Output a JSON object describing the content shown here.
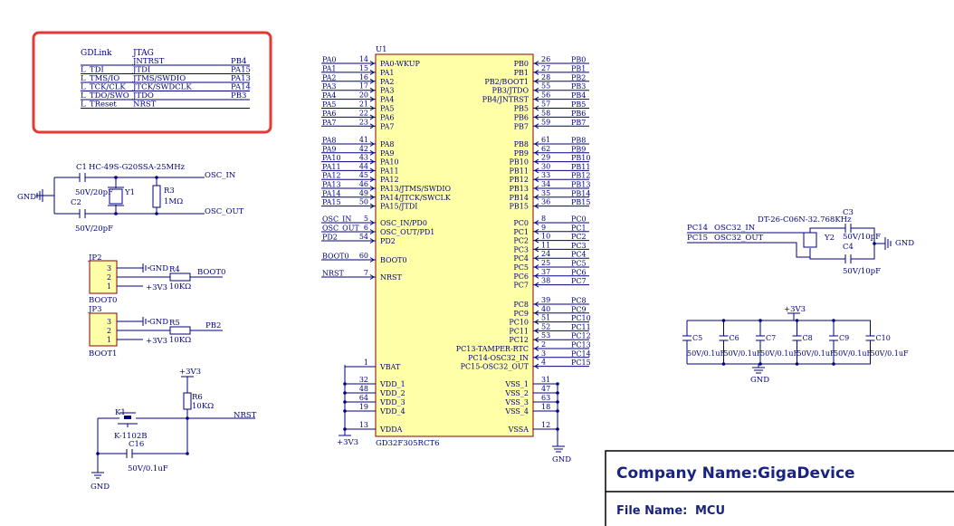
{
  "colors": {
    "wire": "#000080",
    "chip_fill": "#ffffa8",
    "chip_border": "#8b0000",
    "highlight": "#e53935",
    "title_text": "#1a237e"
  },
  "jtag": {
    "title_left": "GDLink",
    "title_right": "JTAG",
    "rows": [
      {
        "left": "",
        "mid": "JNTRST",
        "right": "PB4"
      },
      {
        "left": "L_TDI",
        "mid": "JTDI",
        "right": "PA15"
      },
      {
        "left": "L_TMS/IO",
        "mid": "JTMS/SWDIO",
        "right": "PA13"
      },
      {
        "left": "L_TCK/CLK",
        "mid": "JTCK/SWDCLK",
        "right": "PA14"
      },
      {
        "left": "L_TDO/SWO",
        "mid": "JTDO",
        "right": "PB3"
      },
      {
        "left": "L_TReset",
        "mid": "NRST",
        "right": ""
      }
    ]
  },
  "crystal_main": {
    "c1": "C1",
    "c2": "C2",
    "c1_val": "50V/20pF",
    "c2_val": "50V/20pF",
    "y_ref": "Y1",
    "y_val": "HC-49S-G20SSA-25MHz",
    "r_ref": "R3",
    "r_val": "1MΩ",
    "gnd": "GND",
    "osc_in": "OSC_IN",
    "osc_out": "OSC_OUT"
  },
  "jp2": {
    "ref": "JP2",
    "name": "BOOT0",
    "pins": [
      "3",
      "2",
      "1"
    ],
    "gnd": "GND",
    "vcc": "+3V3",
    "r_ref": "R4",
    "r_val": "10KΩ",
    "net": "BOOT0"
  },
  "jp3": {
    "ref": "JP3",
    "name": "BOOT1",
    "pins": [
      "3",
      "2",
      "1"
    ],
    "gnd": "GND",
    "vcc": "+3V3",
    "r_ref": "R5",
    "r_val": "10KΩ",
    "net": "PB2"
  },
  "reset": {
    "vcc": "+3V3",
    "r_ref": "R6",
    "r_val": "10KΩ",
    "net": "NRST",
    "k_ref": "K1",
    "k_val": "K-1102B",
    "c_ref": "C16",
    "c_val": "50V/0.1uF",
    "gnd": "GND"
  },
  "mcu": {
    "ref": "U1",
    "part": "GD32F305RCT6",
    "vcc": "+3V3",
    "gnd": "GND",
    "left_pins": [
      {
        "num": "14",
        "name": "PA0-WKUP",
        "net": "PA0"
      },
      {
        "num": "15",
        "name": "PA1",
        "net": "PA1"
      },
      {
        "num": "16",
        "name": "PA2",
        "net": "PA2"
      },
      {
        "num": "17",
        "name": "PA3",
        "net": "PA3"
      },
      {
        "num": "20",
        "name": "PA4",
        "net": "PA4"
      },
      {
        "num": "21",
        "name": "PA5",
        "net": "PA5"
      },
      {
        "num": "22",
        "name": "PA6",
        "net": "PA6"
      },
      {
        "num": "23",
        "name": "PA7",
        "net": "PA7"
      },
      {
        "num": "41",
        "name": "PA8",
        "net": "PA8"
      },
      {
        "num": "42",
        "name": "PA9",
        "net": "PA9"
      },
      {
        "num": "43",
        "name": "PA10",
        "net": "PA10"
      },
      {
        "num": "44",
        "name": "PA11",
        "net": "PA11"
      },
      {
        "num": "45",
        "name": "PA12",
        "net": "PA12"
      },
      {
        "num": "46",
        "name": "PA13/JTMS/SWDIO",
        "net": "PA13"
      },
      {
        "num": "49",
        "name": "PA14/JTCK/SWCLK",
        "net": "PA14"
      },
      {
        "num": "50",
        "name": "PA15/JTDI",
        "net": "PA15"
      },
      {
        "num": "5",
        "name": "OSC_IN/PD0",
        "net": "OSC_IN"
      },
      {
        "num": "6",
        "name": "OSC_OUT/PD1",
        "net": "OSC_OUT"
      },
      {
        "num": "54",
        "name": "PD2",
        "net": "PD2"
      },
      {
        "num": "60",
        "name": "BOOT0",
        "net": "BOOT0"
      },
      {
        "num": "7",
        "name": "NRST",
        "net": "NRST"
      },
      {
        "num": "1",
        "name": "VBAT",
        "net": ""
      },
      {
        "num": "32",
        "name": "VDD_1",
        "net": ""
      },
      {
        "num": "48",
        "name": "VDD_2",
        "net": ""
      },
      {
        "num": "64",
        "name": "VDD_3",
        "net": ""
      },
      {
        "num": "19",
        "name": "VDD_4",
        "net": ""
      },
      {
        "num": "13",
        "name": "VDDA",
        "net": ""
      }
    ],
    "right_pins": [
      {
        "num": "26",
        "name": "PB0",
        "net": "PB0"
      },
      {
        "num": "27",
        "name": "PB1",
        "net": "PB1"
      },
      {
        "num": "28",
        "name": "PB2/BOOT1",
        "net": "PB2"
      },
      {
        "num": "55",
        "name": "PB3/JTDO",
        "net": "PB3"
      },
      {
        "num": "56",
        "name": "PB4/JNTRST",
        "net": "PB4"
      },
      {
        "num": "57",
        "name": "PB5",
        "net": "PB5"
      },
      {
        "num": "58",
        "name": "PB6",
        "net": "PB6"
      },
      {
        "num": "59",
        "name": "PB7",
        "net": "PB7"
      },
      {
        "num": "61",
        "name": "PB8",
        "net": "PB8"
      },
      {
        "num": "62",
        "name": "PB9",
        "net": "PB9"
      },
      {
        "num": "29",
        "name": "PB10",
        "net": "PB10"
      },
      {
        "num": "30",
        "name": "PB11",
        "net": "PB11"
      },
      {
        "num": "33",
        "name": "PB12",
        "net": "PB12"
      },
      {
        "num": "34",
        "name": "PB13",
        "net": "PB13"
      },
      {
        "num": "35",
        "name": "PB14",
        "net": "PB14"
      },
      {
        "num": "36",
        "name": "PB15",
        "net": "PB15"
      },
      {
        "num": "8",
        "name": "PC0",
        "net": "PC0"
      },
      {
        "num": "9",
        "name": "PC1",
        "net": "PC1"
      },
      {
        "num": "10",
        "name": "PC2",
        "net": "PC2"
      },
      {
        "num": "11",
        "name": "PC3",
        "net": "PC3"
      },
      {
        "num": "24",
        "name": "PC4",
        "net": "PC4"
      },
      {
        "num": "25",
        "name": "PC5",
        "net": "PC5"
      },
      {
        "num": "37",
        "name": "PC6",
        "net": "PC6"
      },
      {
        "num": "38",
        "name": "PC7",
        "net": "PC7"
      },
      {
        "num": "39",
        "name": "PC8",
        "net": "PC8"
      },
      {
        "num": "40",
        "name": "PC9",
        "net": "PC9"
      },
      {
        "num": "51",
        "name": "PC10",
        "net": "PC10"
      },
      {
        "num": "52",
        "name": "PC11",
        "net": "PC11"
      },
      {
        "num": "53",
        "name": "PC12",
        "net": "PC12"
      },
      {
        "num": "2",
        "name": "PC13-TAMPER-RTC",
        "net": "PC13"
      },
      {
        "num": "3",
        "name": "PC14-OSC32_IN",
        "net": "PC14"
      },
      {
        "num": "4",
        "name": "PC15-OSC32_OUT",
        "net": "PC15"
      },
      {
        "num": "31",
        "name": "VSS_1",
        "net": ""
      },
      {
        "num": "47",
        "name": "VSS_2",
        "net": ""
      },
      {
        "num": "63",
        "name": "VSS_3",
        "net": ""
      },
      {
        "num": "18",
        "name": "VSS_4",
        "net": ""
      },
      {
        "num": "12",
        "name": "VSSA",
        "net": ""
      }
    ]
  },
  "crystal_32k": {
    "net_left_1": "PC14",
    "net_left_2": "PC15",
    "pin_1": "OSC32_IN",
    "pin_2": "OSC32_OUT",
    "y_ref": "Y2",
    "y_val": "DT-26-C06N-32.768KHz",
    "c3": "C3",
    "c3_val": "50V/10pF",
    "c4": "C4",
    "c4_val": "50V/10pF",
    "gnd": "GND"
  },
  "decoupling": {
    "vcc": "+3V3",
    "gnd": "GND",
    "caps": [
      {
        "ref": "C5",
        "val": "50V/0.1uF"
      },
      {
        "ref": "C6",
        "val": "50V/0.1uF"
      },
      {
        "ref": "C7",
        "val": "50V/0.1uF"
      },
      {
        "ref": "C8",
        "val": "50V/0.1uF"
      },
      {
        "ref": "C9",
        "val": "50V/0.1uF"
      },
      {
        "ref": "C10",
        "val": "50V/0.1uF"
      }
    ]
  },
  "title_block": {
    "company_label": "Company Name:",
    "company": "GigaDevice",
    "file_label": "File Name:",
    "file": "MCU"
  }
}
